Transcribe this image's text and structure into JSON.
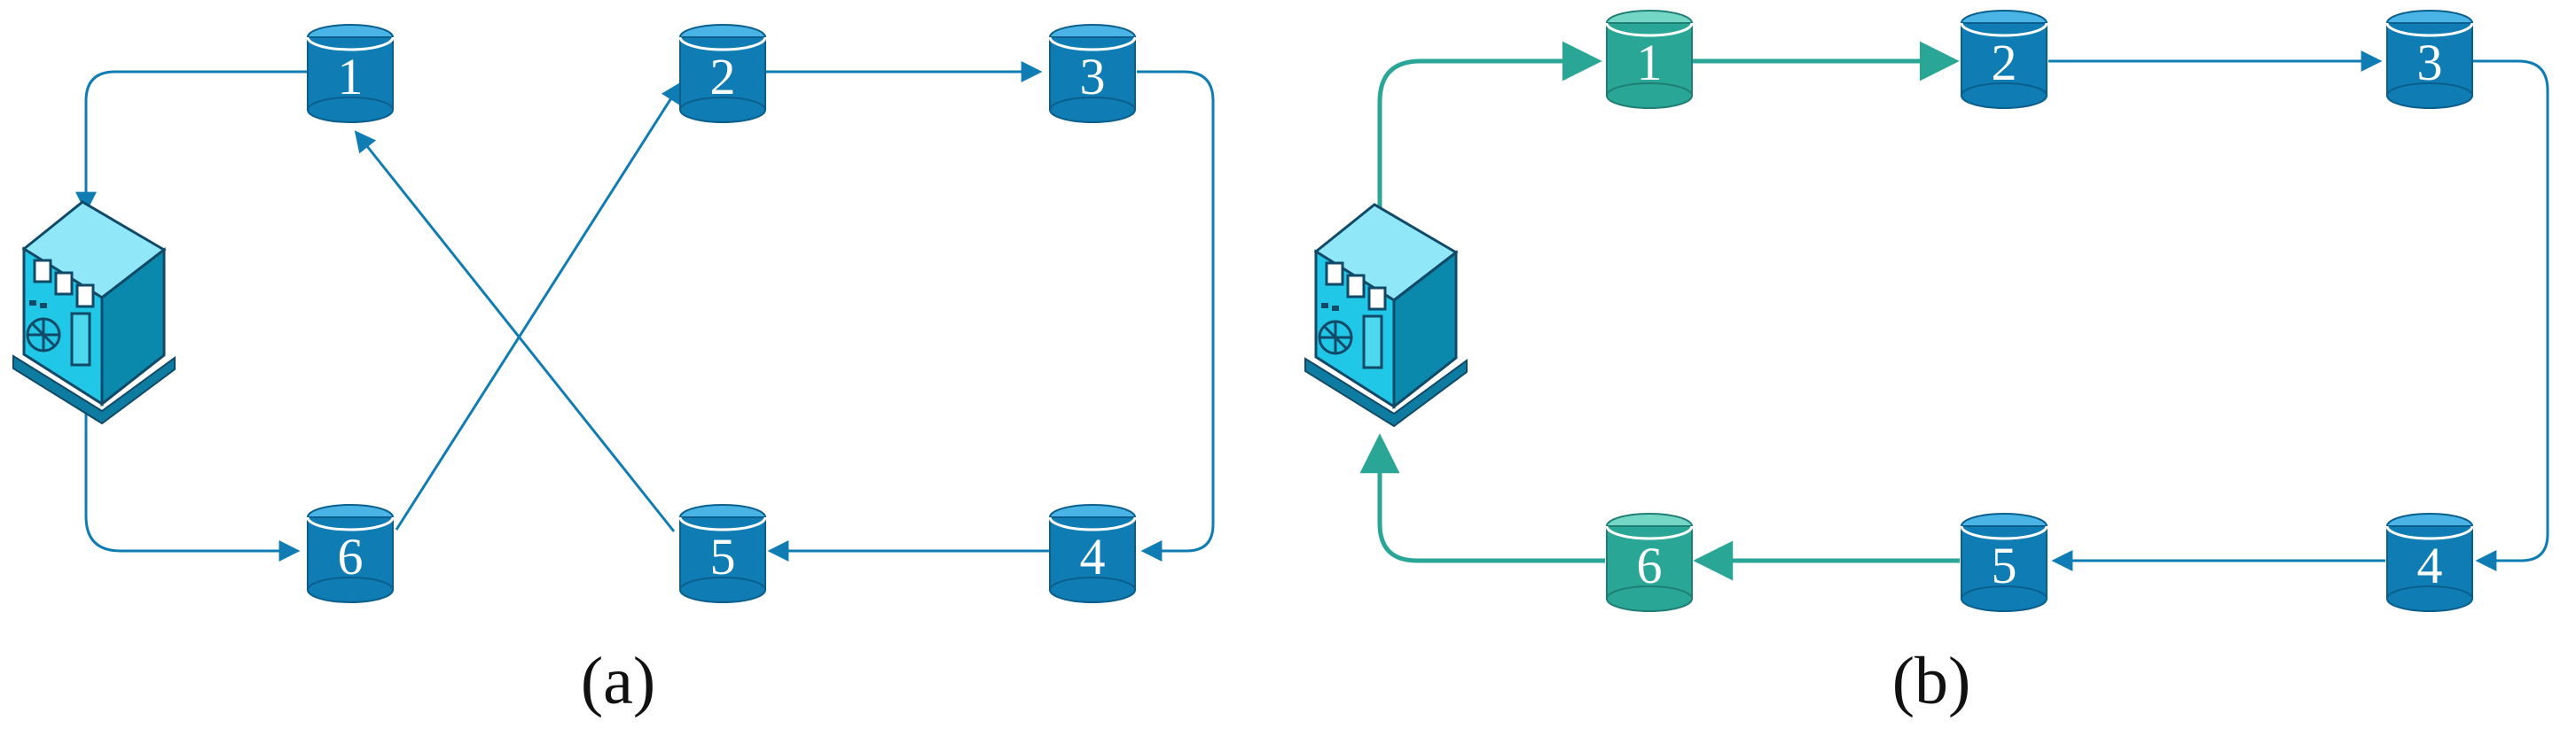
{
  "colors": {
    "blue": "#0f7cb3",
    "blue_dark": "#0a5f8c",
    "blue_top": "#4ab4e6",
    "teal": "#2aa697",
    "teal_dark": "#1f7f74",
    "teal_top": "#74d6c5",
    "server_front": "#20c7e6",
    "server_side": "#0b89ac",
    "server_top": "#8fe7f7",
    "server_outline": "#114a68",
    "panel_label": "#111111"
  },
  "icons": {
    "server": "server-icon",
    "database": "database-cylinder-icon"
  },
  "panels": [
    {
      "label": "(a)",
      "nodes": [
        {
          "label": "1",
          "highlight": false
        },
        {
          "label": "2",
          "highlight": false
        },
        {
          "label": "3",
          "highlight": false
        },
        {
          "label": "4",
          "highlight": false
        },
        {
          "label": "5",
          "highlight": false
        },
        {
          "label": "6",
          "highlight": false
        }
      ]
    },
    {
      "label": "(b)",
      "nodes": [
        {
          "label": "1",
          "highlight": true
        },
        {
          "label": "2",
          "highlight": false
        },
        {
          "label": "3",
          "highlight": false
        },
        {
          "label": "4",
          "highlight": false
        },
        {
          "label": "5",
          "highlight": false
        },
        {
          "label": "6",
          "highlight": true
        }
      ]
    }
  ]
}
